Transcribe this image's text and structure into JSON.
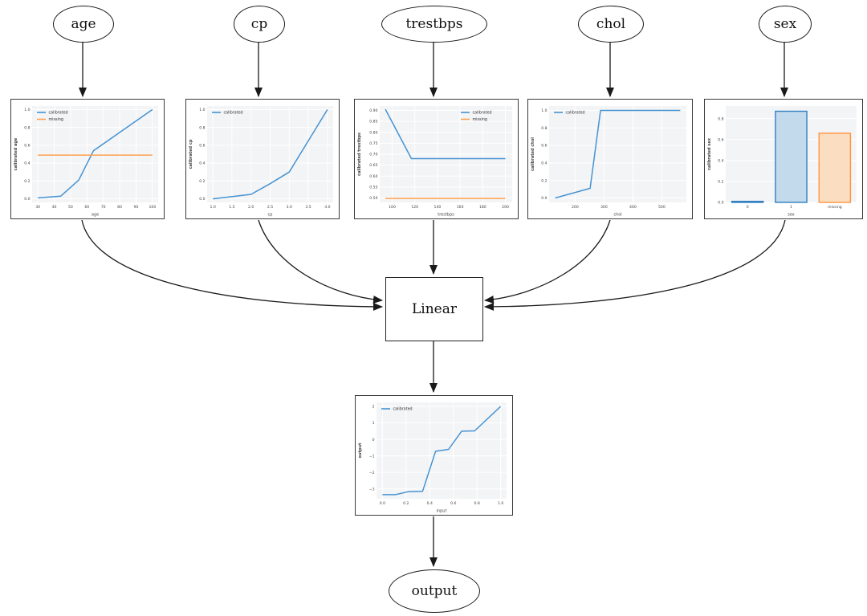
{
  "nodes": {
    "inputs": [
      {
        "id": "age",
        "label": "age"
      },
      {
        "id": "cp",
        "label": "cp"
      },
      {
        "id": "trestbps",
        "label": "trestbps"
      },
      {
        "id": "chol",
        "label": "chol"
      },
      {
        "id": "sex",
        "label": "sex"
      }
    ],
    "combiner": {
      "label": "Linear"
    },
    "output": {
      "label": "output"
    }
  },
  "colors": {
    "line_blue": "#4693d2",
    "line_orange": "#ffa04e",
    "bar_blue_fill": "#c3d9ec",
    "bar_blue_stroke": "#2f7fc1",
    "bar_orange_fill": "#fbddc1",
    "bar_orange_stroke": "#ff933e",
    "plot_bg": "#f3f4f6",
    "grid": "#ffffff",
    "tick_text": "#444444",
    "edge": "#1a1a1a"
  },
  "chart_data": [
    {
      "id": "age",
      "type": "line",
      "title": "",
      "xlabel": "age",
      "ylabel": "calibrated age",
      "xlim": [
        26.5,
        103.5
      ],
      "ylim": [
        -0.04,
        1.04
      ],
      "xticks": [
        30,
        40,
        50,
        60,
        70,
        80,
        90,
        100
      ],
      "xtick_labels": [
        "30",
        "40",
        "50",
        "60",
        "70",
        "80",
        "90",
        "100"
      ],
      "yticks": [
        0.0,
        0.2,
        0.4,
        0.6,
        0.8,
        1.0
      ],
      "ytick_labels": [
        "0.0",
        "0.2",
        "0.4",
        "0.6",
        "0.8",
        "1.0"
      ],
      "legend": {
        "loc": "upper-left",
        "entries": [
          {
            "label": "calibrated",
            "color": "line_blue"
          },
          {
            "label": "missing",
            "color": "line_orange"
          }
        ]
      },
      "series": [
        {
          "name": "calibrated",
          "color": "line_blue",
          "points": [
            [
              30,
              0.01
            ],
            [
              44,
              0.03
            ],
            [
              55,
              0.21
            ],
            [
              64,
              0.54
            ],
            [
              100,
              1.0
            ]
          ]
        },
        {
          "name": "missing",
          "color": "line_orange",
          "points": [
            [
              30,
              0.49
            ],
            [
              100,
              0.49
            ]
          ]
        }
      ]
    },
    {
      "id": "cp",
      "type": "line",
      "title": "",
      "xlabel": "cp",
      "ylabel": "calibrated cp",
      "xlim": [
        0.85,
        4.15
      ],
      "ylim": [
        -0.04,
        1.04
      ],
      "xticks": [
        1.0,
        1.5,
        2.0,
        2.5,
        3.0,
        3.5,
        4.0
      ],
      "xtick_labels": [
        "1.0",
        "1.5",
        "2.0",
        "2.5",
        "3.0",
        "3.5",
        "4.0"
      ],
      "yticks": [
        0.0,
        0.2,
        0.4,
        0.6,
        0.8,
        1.0
      ],
      "ytick_labels": [
        "0.0",
        "0.2",
        "0.4",
        "0.6",
        "0.8",
        "1.0"
      ],
      "legend": {
        "loc": "upper-left",
        "entries": [
          {
            "label": "calibrated",
            "color": "line_blue"
          }
        ]
      },
      "series": [
        {
          "name": "calibrated",
          "color": "line_blue",
          "points": [
            [
              1.0,
              0.0
            ],
            [
              2.0,
              0.05
            ],
            [
              2.5,
              0.17
            ],
            [
              3.0,
              0.3
            ],
            [
              4.0,
              1.0
            ]
          ]
        }
      ]
    },
    {
      "id": "trestbps",
      "type": "line",
      "title": "",
      "xlabel": "trestbps",
      "ylabel": "calibrated trestbps",
      "xlim": [
        89,
        206
      ],
      "ylim": [
        0.48,
        0.92
      ],
      "xticks": [
        100,
        120,
        140,
        160,
        180,
        200
      ],
      "xtick_labels": [
        "100",
        "120",
        "140",
        "160",
        "180",
        "200"
      ],
      "yticks": [
        0.5,
        0.55,
        0.6,
        0.65,
        0.7,
        0.75,
        0.8,
        0.85,
        0.9
      ],
      "ytick_labels": [
        "0.50",
        "0.55",
        "0.60",
        "0.65",
        "0.70",
        "0.75",
        "0.80",
        "0.85",
        "0.90"
      ],
      "legend": {
        "loc": "upper-right",
        "entries": [
          {
            "label": "calibrated",
            "color": "line_blue"
          },
          {
            "label": "missing",
            "color": "line_orange"
          }
        ]
      },
      "series": [
        {
          "name": "calibrated",
          "color": "line_blue",
          "points": [
            [
              94,
              0.905
            ],
            [
              117,
              0.68
            ],
            [
              200,
              0.68
            ]
          ]
        },
        {
          "name": "missing",
          "color": "line_orange",
          "points": [
            [
              94,
              0.498
            ],
            [
              200,
              0.498
            ]
          ]
        }
      ]
    },
    {
      "id": "chol",
      "type": "line",
      "title": "",
      "xlabel": "chol",
      "ylabel": "calibrated chol",
      "xlim": [
        110,
        585
      ],
      "ylim": [
        -0.05,
        1.05
      ],
      "xticks": [
        200,
        300,
        400,
        500
      ],
      "xtick_labels": [
        "200",
        "300",
        "400",
        "500"
      ],
      "yticks": [
        0.0,
        0.2,
        0.4,
        0.6,
        0.8,
        1.0
      ],
      "ytick_labels": [
        "0.0",
        "0.2",
        "0.4",
        "0.6",
        "0.8",
        "1.0"
      ],
      "legend": {
        "loc": "upper-left",
        "entries": [
          {
            "label": "calibrated",
            "color": "line_blue"
          }
        ]
      },
      "series": [
        {
          "name": "calibrated",
          "color": "line_blue",
          "points": [
            [
              131,
              0.0
            ],
            [
              252,
              0.11
            ],
            [
              288,
              1.0
            ],
            [
              564,
              1.0
            ]
          ]
        }
      ]
    },
    {
      "id": "sex",
      "type": "bar",
      "title": "",
      "xlabel": "sex",
      "ylabel": "calibrated sex",
      "categories": [
        "0",
        "1",
        "missing"
      ],
      "values": [
        0.01,
        0.87,
        0.66
      ],
      "bar_styles": [
        {
          "fill": "bar_blue_fill",
          "stroke": "bar_blue_stroke"
        },
        {
          "fill": "bar_blue_fill",
          "stroke": "bar_blue_stroke"
        },
        {
          "fill": "bar_orange_fill",
          "stroke": "bar_orange_stroke"
        }
      ],
      "ylim": [
        0,
        0.92
      ],
      "yticks": [
        0.0,
        0.2,
        0.4,
        0.6,
        0.8
      ],
      "ytick_labels": [
        "0.0",
        "0.2",
        "0.4",
        "0.6",
        "0.8"
      ]
    },
    {
      "id": "output",
      "type": "line",
      "title": "",
      "xlabel": "input",
      "ylabel": "output",
      "xlim": [
        -0.05,
        1.05
      ],
      "ylim": [
        -3.6,
        2.25
      ],
      "xticks": [
        0.0,
        0.2,
        0.4,
        0.6,
        0.8,
        1.0
      ],
      "xtick_labels": [
        "0.0",
        "0.2",
        "0.4",
        "0.6",
        "0.8",
        "1.0"
      ],
      "yticks": [
        -3,
        -2,
        -1,
        0,
        1,
        2
      ],
      "ytick_labels": [
        "−3",
        "−2",
        "−1",
        "0",
        "1",
        "2"
      ],
      "legend": {
        "loc": "upper-left",
        "entries": [
          {
            "label": "calibrated",
            "color": "line_blue"
          }
        ]
      },
      "series": [
        {
          "name": "calibrated",
          "color": "line_blue",
          "points": [
            [
              0.0,
              -3.35
            ],
            [
              0.11,
              -3.35
            ],
            [
              0.22,
              -3.17
            ],
            [
              0.34,
              -3.15
            ],
            [
              0.45,
              -0.72
            ],
            [
              0.56,
              -0.6
            ],
            [
              0.67,
              0.5
            ],
            [
              0.78,
              0.52
            ],
            [
              1.0,
              2.0
            ]
          ]
        }
      ]
    }
  ]
}
